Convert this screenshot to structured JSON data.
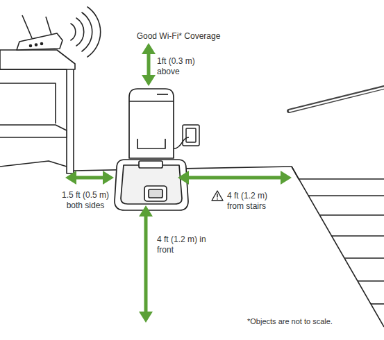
{
  "diagram": {
    "labels": [
      "Good Wi-Fi* Coverage",
      "1ft (0.3 m) above",
      "1.5 ft (0.5 m) both sides",
      "4 ft (1.2 m) from stairs",
      "4 ft (1.2 m) in front",
      "*Objects are not to scale."
    ]
  }
}
